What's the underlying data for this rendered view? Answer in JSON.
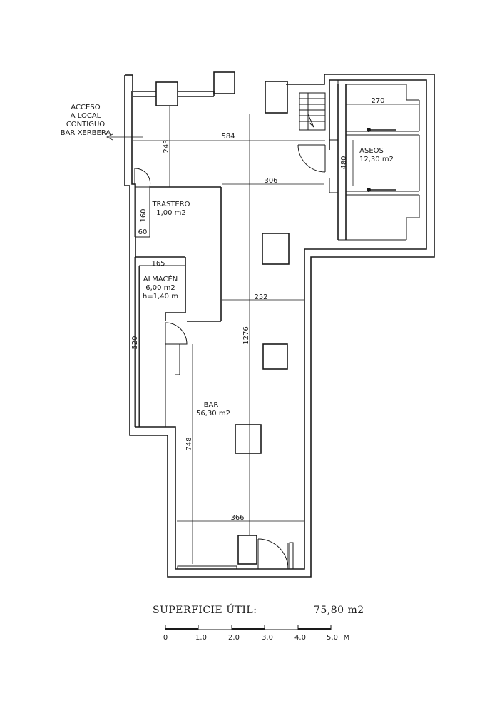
{
  "rooms": {
    "aseos": {
      "name": "ASEOS",
      "area": "12,30 m2"
    },
    "trastero": {
      "name": "TRASTERO",
      "area": "1,00 m2"
    },
    "almacen": {
      "name": "ALMACÉN",
      "area": "6,00 m2",
      "height": "h=1,40 m"
    },
    "bar": {
      "name": "BAR",
      "area": "56,30 m2"
    }
  },
  "access_note": [
    "ACCESO",
    "A LOCAL",
    "CONTIGUO",
    "BAR XERBERA"
  ],
  "dimensions": {
    "d584": "584",
    "d243": "243",
    "d306": "306",
    "d270": "270",
    "d480": "480",
    "d160": "160",
    "d60": "60",
    "d165": "165",
    "d252": "252",
    "d520": "520",
    "d1276": "1276",
    "d748": "748",
    "d366": "366"
  },
  "summary": {
    "label": "SUPERFICIE ÚTIL:",
    "value": "75,80 m2"
  },
  "scale": {
    "ticks": [
      "0",
      "1.0",
      "2.0",
      "3.0",
      "4.0",
      "5.0"
    ],
    "unit": "M"
  }
}
